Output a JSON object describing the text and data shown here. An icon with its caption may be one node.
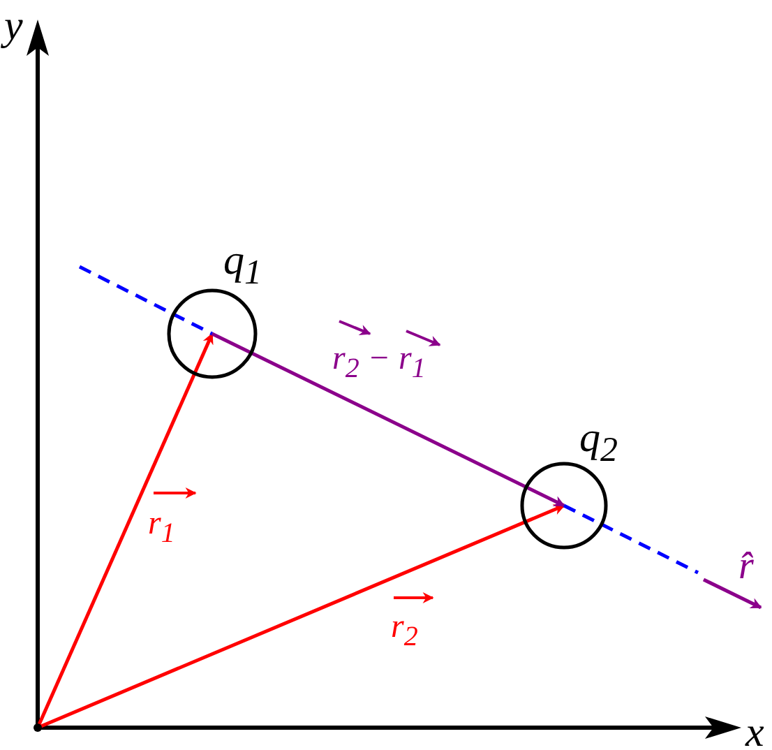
{
  "diagram": {
    "nodes": [
      {
        "text": [
          "q$_{1}$"
        ]
      },
      {
        "text": [
          "q$_{2}$"
        ]
      },
      {
        "text": [],
        "shape": "dot"
      }
    ],
    "edges": [
      {
        "from": 2,
        "to": 0,
        "arrow": "to",
        "label": "r$_{1}$",
        "color": "#ff0000"
      },
      {
        "from": 2,
        "to": 1,
        "arrow": "to",
        "label": "r$_{2}$",
        "color": "#ff0000"
      },
      {
        "from": 0,
        "to": 1,
        "arrow": "to",
        "label": "r$_{2}$ − r$_{1}$",
        "color": "#8b008b"
      },
      {
        "from": null,
        "to": 0,
        "arrow": "none",
        "style": "dashed",
        "color": "#0000ff"
      },
      {
        "from": 1,
        "to": null,
        "arrow": "none",
        "style": "dashed",
        "color": "#0000ff"
      }
    ],
    "labels": [
      "y",
      "x",
      "r̂"
    ]
  }
}
